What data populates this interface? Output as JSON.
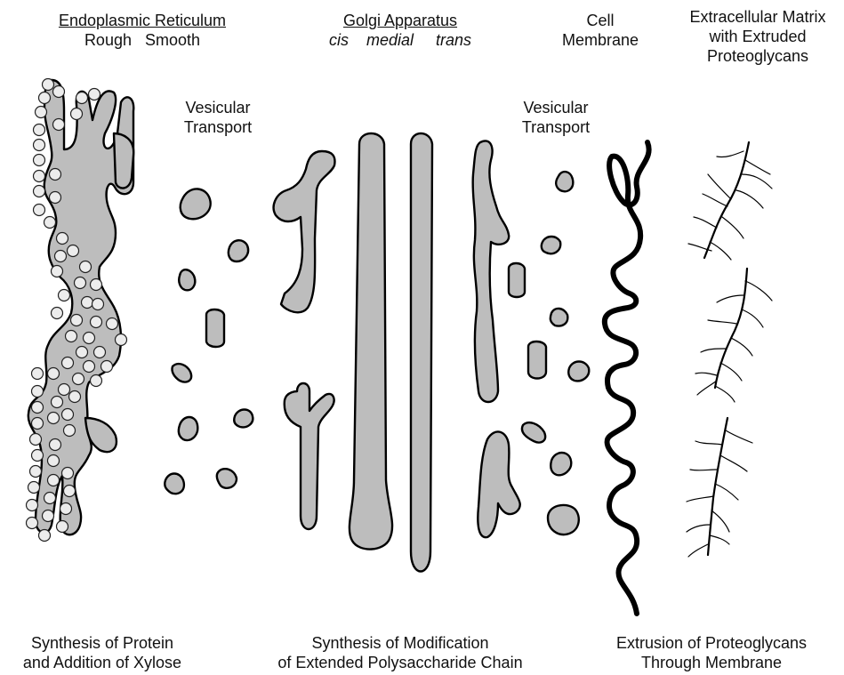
{
  "labels": {
    "er_title": "Endoplasmic Reticulum",
    "er_rough": "Rough",
    "er_smooth": "Smooth",
    "golgi_title": "Golgi Apparatus",
    "golgi_cis": "cis",
    "golgi_medial": "medial",
    "golgi_trans": "trans",
    "cell_membrane_1": "Cell",
    "cell_membrane_2": "Membrane",
    "ecm_1": "Extracellular Matrix",
    "ecm_2": "with Extruded",
    "ecm_3": "Proteoglycans",
    "vesicular_left_1": "Vesicular",
    "vesicular_left_2": "Transport",
    "vesicular_right_1": "Vesicular",
    "vesicular_right_2": "Transport",
    "caption_left_1": "Synthesis of Protein",
    "caption_left_2": "and Addition of Xylose",
    "caption_mid_1": "Synthesis of Modification",
    "caption_mid_2": "of Extended Polysaccharide Chain",
    "caption_right_1": "Extrusion of Proteoglycans",
    "caption_right_2": "Through Membrane"
  },
  "colors": {
    "organelle_fill": "#bdbdbd",
    "ribosome_fill": "#ececec",
    "outline": "#000000"
  }
}
